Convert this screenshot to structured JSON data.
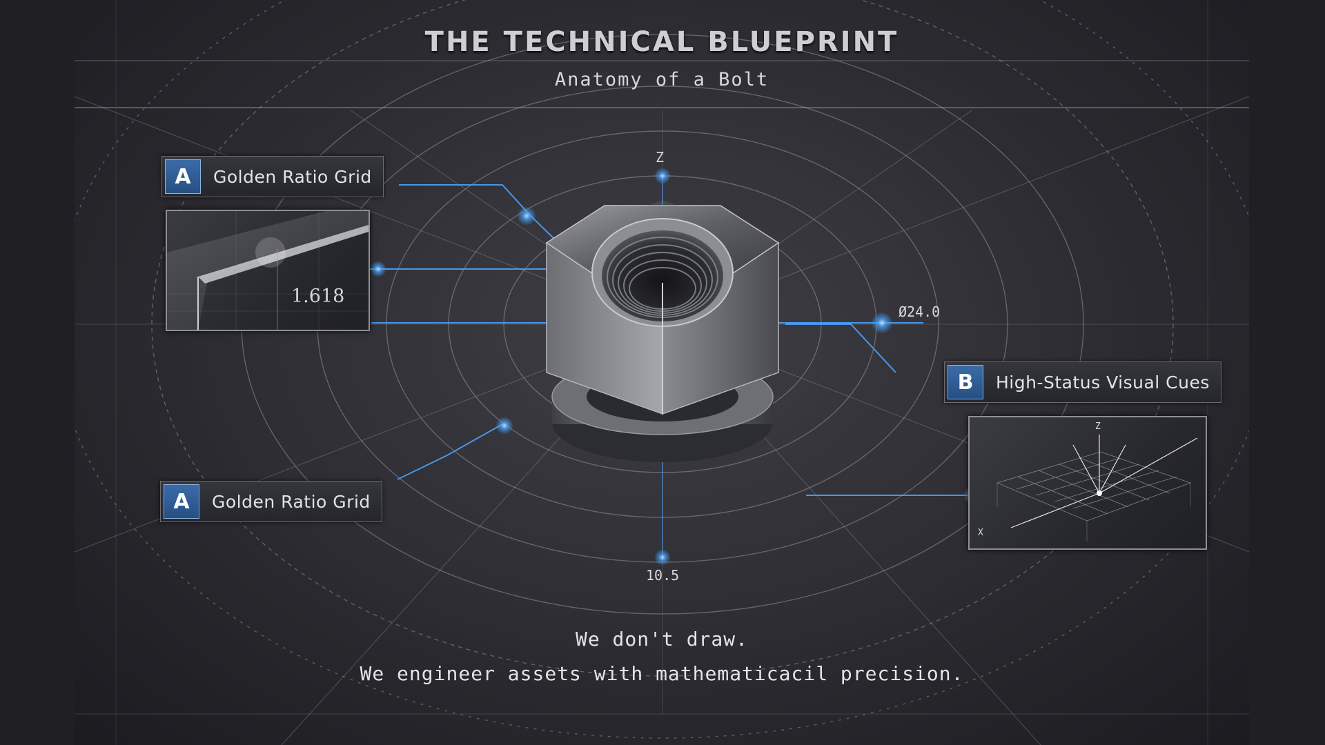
{
  "header": {
    "title": "THE TECHNICAL BLUEPRINT",
    "subtitle": "Anatomy of a Bolt"
  },
  "callouts": [
    {
      "letter": "A",
      "label": "Golden Ratio Grid"
    },
    {
      "letter": "A",
      "label": "Golden Ratio Grid"
    },
    {
      "letter": "B",
      "label": "High-Status Visual Cues"
    }
  ],
  "panel_a": {
    "value": "1.618"
  },
  "panel_b": {
    "axis_z": "Z",
    "axis_x": "X"
  },
  "dimensions": {
    "axis_z": "Z",
    "diameter": "Ø24.0",
    "height": "10.5"
  },
  "footer": {
    "line1": "We don't draw.",
    "line2": "We engineer assets with mathematicacil  precision."
  },
  "colors": {
    "accent_blue": "#4aa3ff",
    "badge_blue": "#2f5f9a",
    "background": "#2f2f35",
    "grid_lines": "#9a9ca4"
  }
}
